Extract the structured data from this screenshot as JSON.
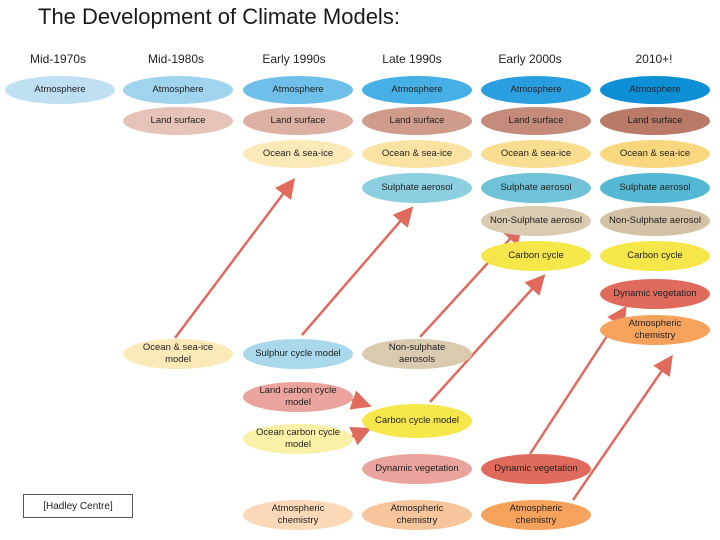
{
  "title": "The Development of Climate Models:",
  "columns": [
    "Mid-1970s",
    "Mid-1980s",
    "Early 1990s",
    "Late 1990s",
    "Early 2000s",
    "2010+!"
  ],
  "nodes": {
    "atm1": "Atmosphere",
    "atm2": "Atmosphere",
    "atm3": "Atmosphere",
    "atm4": "Atmosphere",
    "atm5": "Atmosphere",
    "atm6": "Atmosphere",
    "land2": "Land surface",
    "land3": "Land surface",
    "land4": "Land surface",
    "land5": "Land surface",
    "land6": "Land surface",
    "ocean3": "Ocean & sea-ice",
    "ocean4": "Ocean & sea-ice",
    "ocean5": "Ocean & sea-ice",
    "ocean6": "Ocean & sea-ice",
    "sulph4": "Sulphate aerosol",
    "sulph5": "Sulphate aerosol",
    "sulph6": "Sulphate aerosol",
    "nonsulph5": "Non-Sulphate aerosol",
    "nonsulph6": "Non-Sulphate aerosol",
    "carbon5": "Carbon cycle",
    "carbon6": "Carbon cycle",
    "dynveg6": "Dynamic vegetation",
    "atmchem6": "Atmospheric chemistry",
    "oceanmodel2": "Ocean & sea-ice model",
    "sulphurcycle3": "Sulphur cycle model",
    "nonsulphaer4": "Non-sulphate aerosols",
    "landcarbon3": "Land carbon cycle model",
    "oceancarbon3": "Ocean carbon cycle model",
    "carboncycle4": "Carbon cycle model",
    "dynveg4": "Dynamic vegetation",
    "dynveg5": "Dynamic vegetation",
    "atmchem3": "Atmospheric chemistry",
    "atmchem4": "Atmospheric chemistry",
    "atmchem5": "Atmospheric chemistry"
  },
  "colors": {
    "atmosphere": [
      "#bfe0f2",
      "#9fd3ee",
      "#6ec0ea",
      "#46b0e6",
      "#2a9fe0",
      "#0d8fd6"
    ],
    "land": [
      "#e6c3b8",
      "#dcb0a2",
      "#cf9c8c",
      "#c48b7a",
      "#b97a68"
    ],
    "ocean_light": "#fbe9b8",
    "ocean": "#f8d77e",
    "sulphate": [
      "#8ccfe0",
      "#6fc2d8",
      "#55b8d3"
    ],
    "nonsulphate": "#d9cab0",
    "carbon": "#f5e64a",
    "carbon_light": "#faf1a8",
    "veg_light": "#eaa49d",
    "veg": "#e06a5c",
    "chem_light": "#f7c59b",
    "chem": "#f5a35c",
    "arrow": "#e06a5c"
  },
  "credit": "[Hadley Centre]"
}
